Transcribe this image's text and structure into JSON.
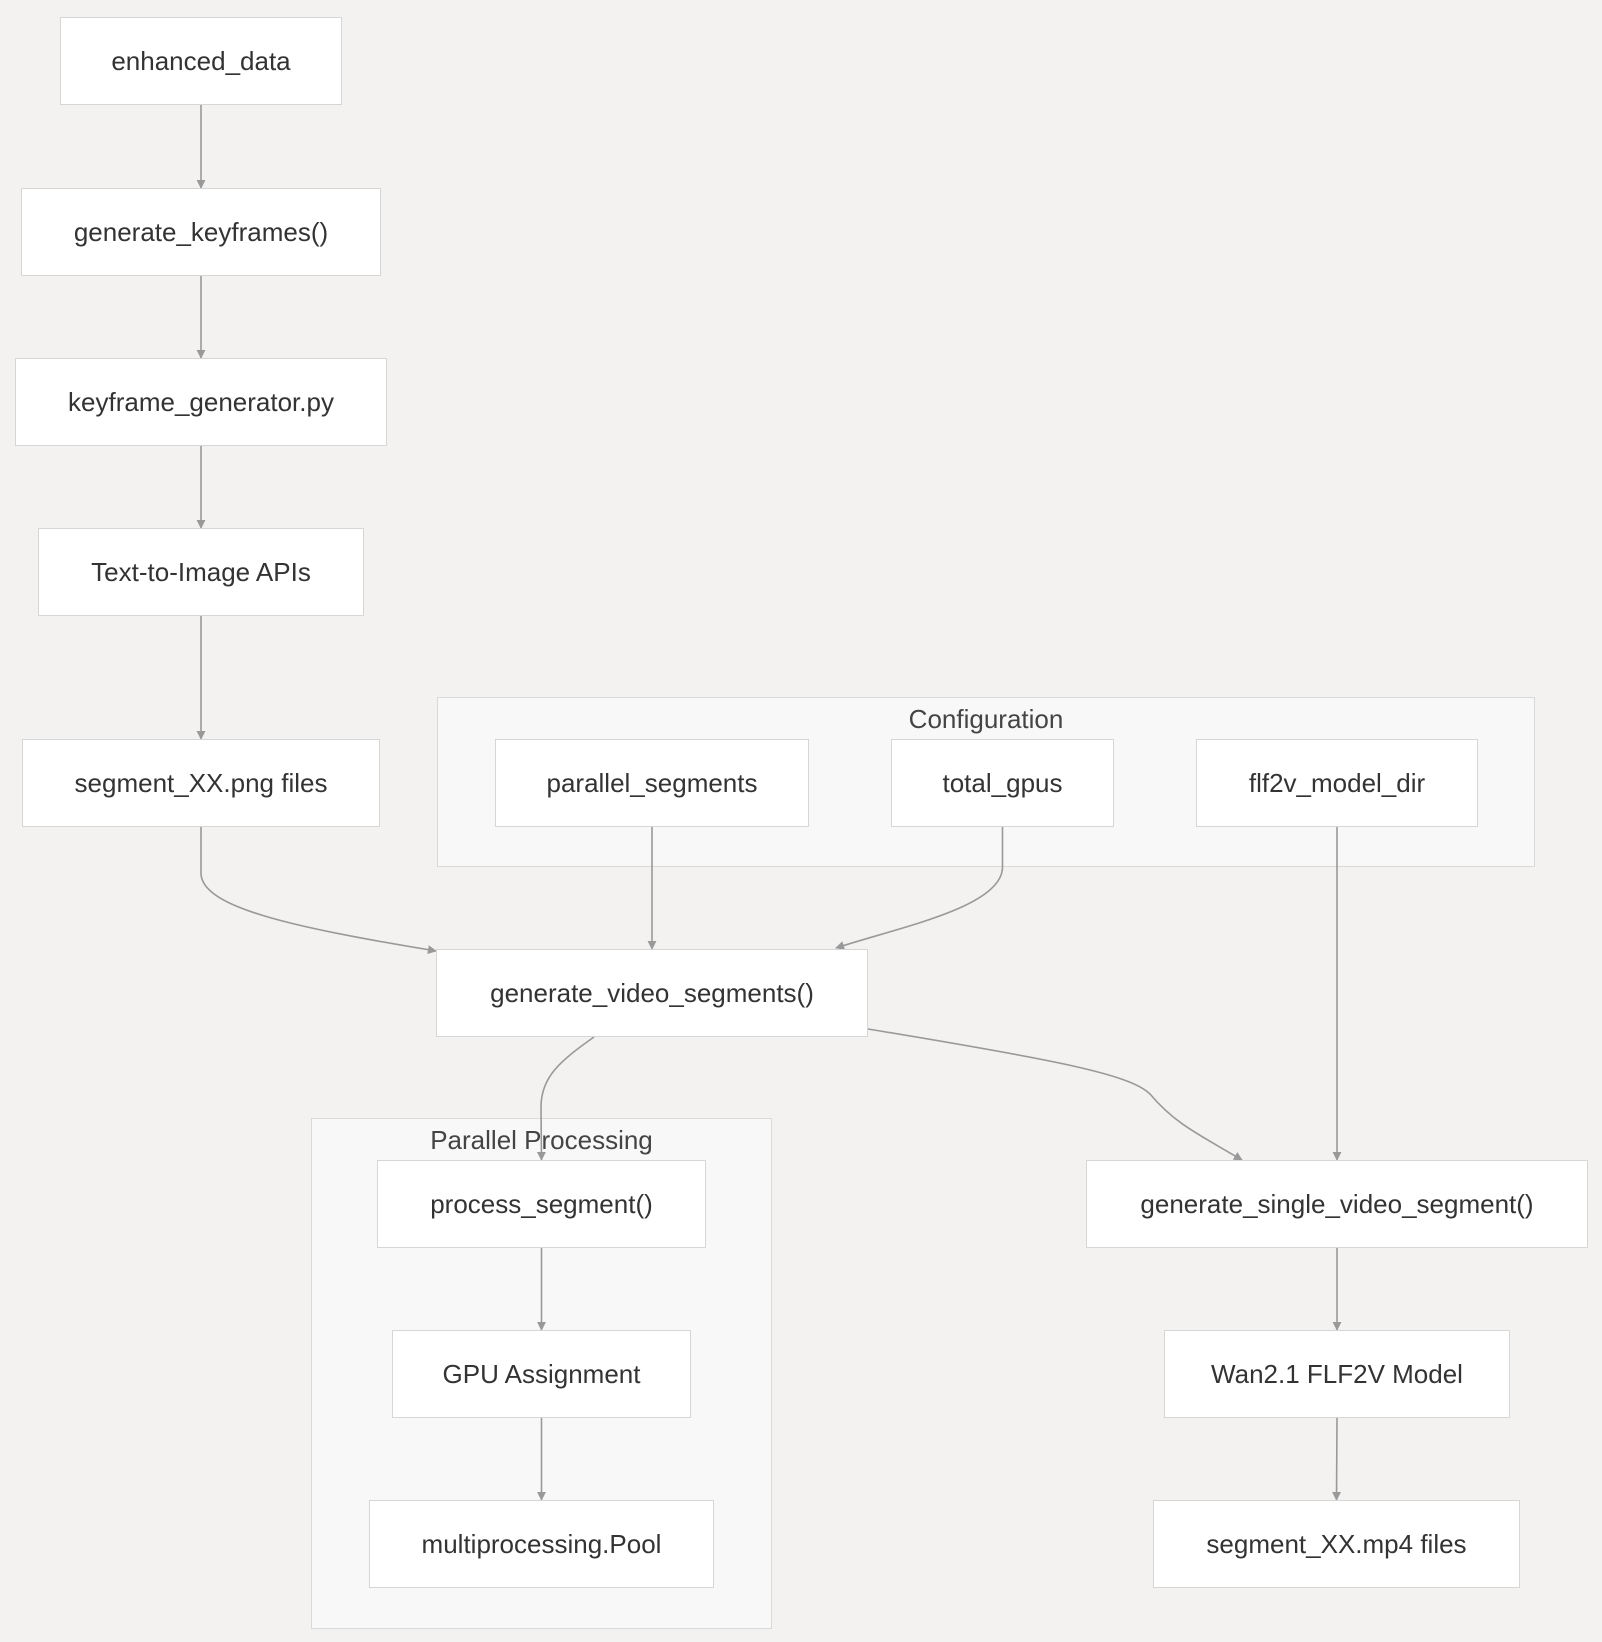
{
  "nodes": {
    "enhanced_data": "enhanced_data",
    "generate_keyframes": "generate_keyframes()",
    "keyframe_generator": "keyframe_generator.py",
    "text_to_image": "Text-to-Image APIs",
    "segment_png": "segment_XX.png files",
    "parallel_segments": "parallel_segments",
    "total_gpus": "total_gpus",
    "flf2v_model_dir": "flf2v_model_dir",
    "generate_video_segments": "generate_video_segments()",
    "process_segment": "process_segment()",
    "gpu_assignment": "GPU Assignment",
    "multiprocessing_pool": "multiprocessing.Pool",
    "generate_single_video_segment": "generate_single_video_segment()",
    "wan_model": "Wan2.1 FLF2V Model",
    "segment_mp4": "segment_XX.mp4 files"
  },
  "groups": {
    "configuration": "Configuration",
    "parallel_processing": "Parallel Processing"
  },
  "edges": [
    {
      "from": "enhanced_data",
      "to": "generate_keyframes"
    },
    {
      "from": "generate_keyframes",
      "to": "keyframe_generator"
    },
    {
      "from": "keyframe_generator",
      "to": "text_to_image"
    },
    {
      "from": "text_to_image",
      "to": "segment_png"
    },
    {
      "from": "segment_png",
      "to": "generate_video_segments"
    },
    {
      "from": "parallel_segments",
      "to": "generate_video_segments"
    },
    {
      "from": "total_gpus",
      "to": "generate_video_segments"
    },
    {
      "from": "flf2v_model_dir",
      "to": "generate_single_video_segment"
    },
    {
      "from": "generate_video_segments",
      "to": "process_segment"
    },
    {
      "from": "generate_video_segments",
      "to": "generate_single_video_segment"
    },
    {
      "from": "process_segment",
      "to": "gpu_assignment"
    },
    {
      "from": "gpu_assignment",
      "to": "multiprocessing_pool"
    },
    {
      "from": "generate_single_video_segment",
      "to": "wan_model"
    },
    {
      "from": "wan_model",
      "to": "segment_mp4"
    }
  ],
  "colors": {
    "background": "#f3f2f1",
    "node_fill": "#ffffff",
    "node_border": "#d6d6d6",
    "group_fill": "#f8f8f8",
    "edge": "#999999",
    "text": "#333333"
  }
}
